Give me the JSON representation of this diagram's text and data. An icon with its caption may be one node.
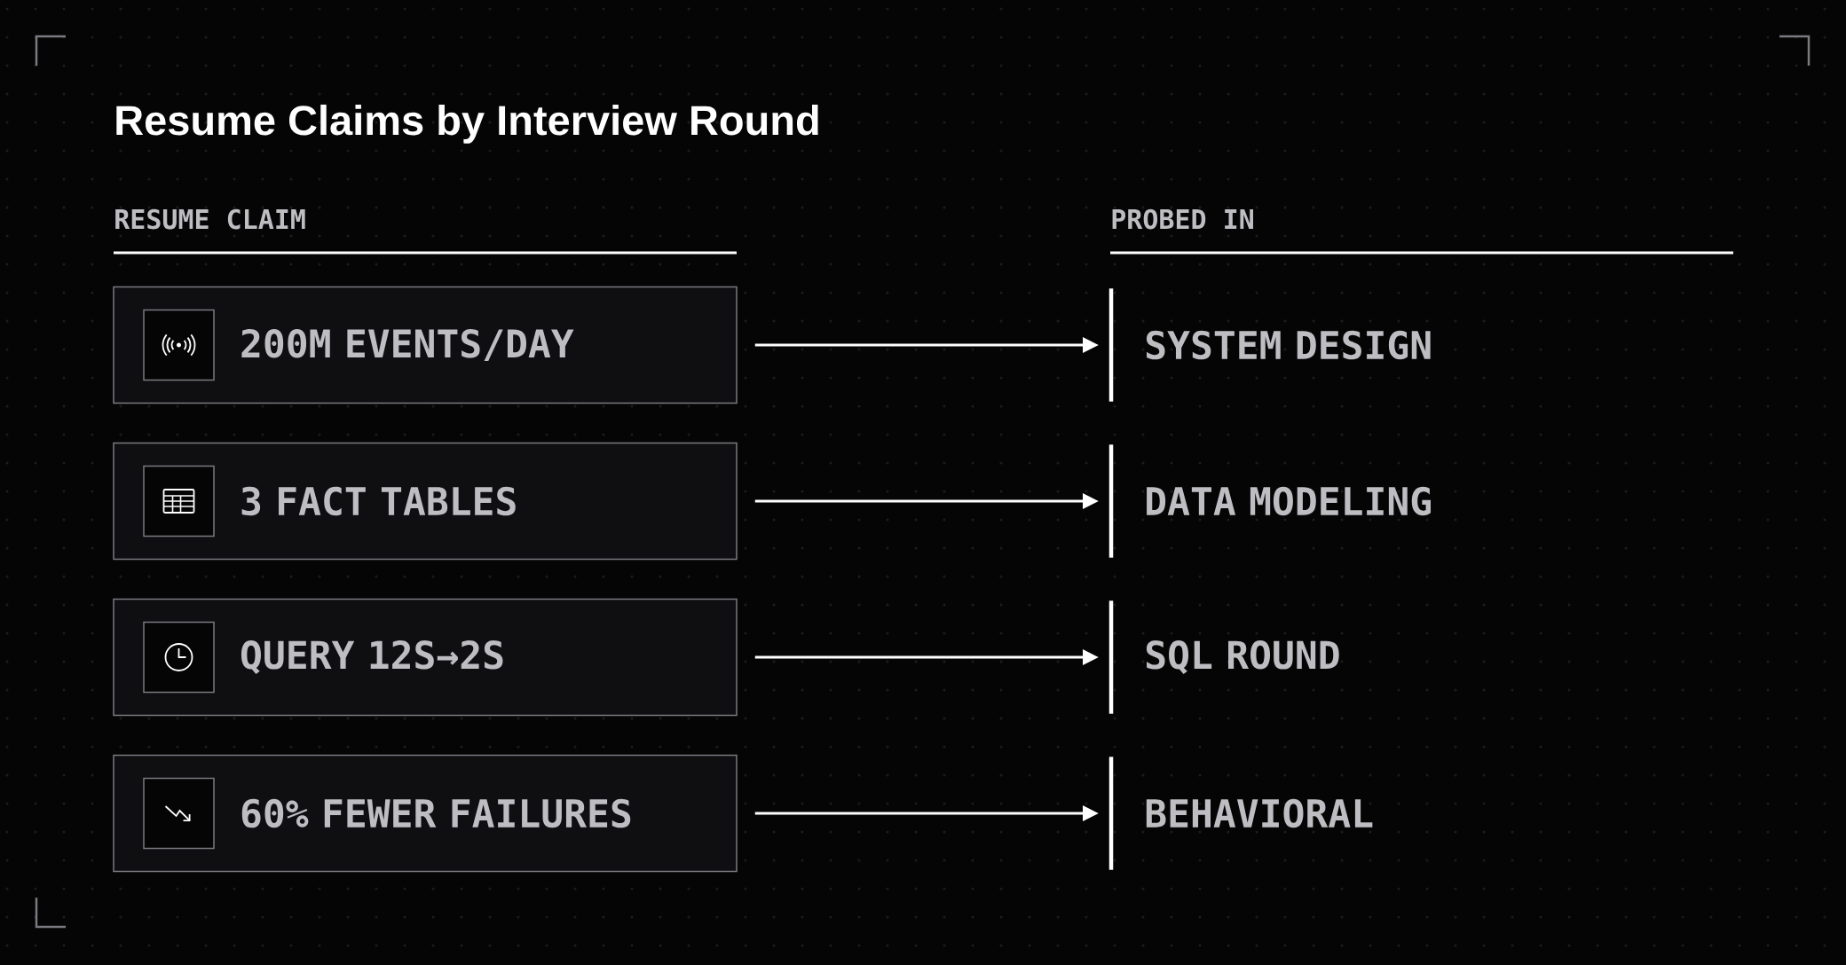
{
  "diagram": {
    "title": "Resume Claims by Interview Round",
    "nodes": [
      {
        "text": [
          "200M EVENTS/DAY"
        ]
      },
      {
        "text": [
          "3 FACT TABLES"
        ]
      },
      {
        "text": [
          "QUERY 12S→2S"
        ]
      },
      {
        "text": [
          "60% FEWER FAILURES"
        ]
      },
      {
        "text": [
          "SYSTEM DESIGN"
        ]
      },
      {
        "text": [
          "DATA MODELING"
        ]
      },
      {
        "text": [
          "SQL ROUND"
        ]
      },
      {
        "text": [
          "BEHAVIORAL"
        ]
      }
    ],
    "edges": [
      {
        "from": 0,
        "to": 4,
        "arrow": "to"
      },
      {
        "from": 1,
        "to": 5,
        "arrow": "to"
      },
      {
        "from": 2,
        "to": 6,
        "arrow": "to"
      },
      {
        "from": 3,
        "to": 7,
        "arrow": "to"
      }
    ],
    "labels": [
      "RESUME CLAIM",
      "PROBED IN"
    ]
  }
}
